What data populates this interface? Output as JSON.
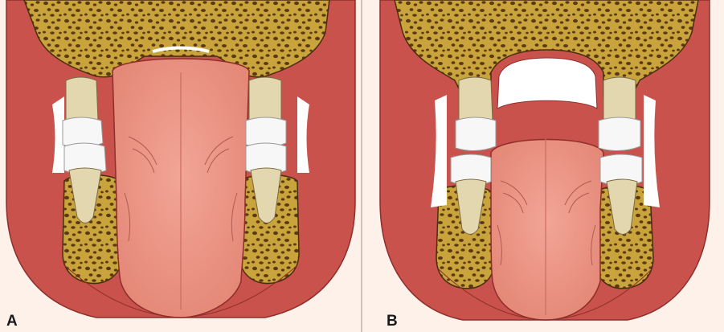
{
  "figure": {
    "panels": [
      {
        "id": "A",
        "label": "A"
      },
      {
        "id": "B",
        "label": "B"
      }
    ]
  },
  "colors": {
    "background": "#fdf1ea",
    "lip_tissue": "#c9524c",
    "lip_outline": "#8e2e2a",
    "bone": "#c9a43c",
    "bone_pores": "#5a3a12",
    "tongue": "#ef9a8a",
    "tongue_shade": "#e07f71",
    "tooth_root": "#e3d7b0",
    "tooth_crown": "#f7f7f7",
    "divider": "#c9c2bd"
  }
}
